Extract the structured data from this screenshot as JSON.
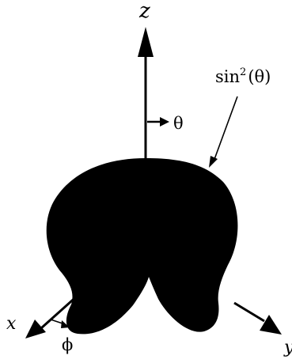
{
  "axes": {
    "z_label": "z",
    "x_label": "x",
    "y_label": "y",
    "theta_label": "θ",
    "phi_label": "ϕ"
  },
  "annotation": {
    "pattern_label": "sin",
    "pattern_exponent": "2",
    "pattern_argument": "(θ)"
  },
  "colors": {
    "foreground": "#000000",
    "background": "#ffffff"
  }
}
